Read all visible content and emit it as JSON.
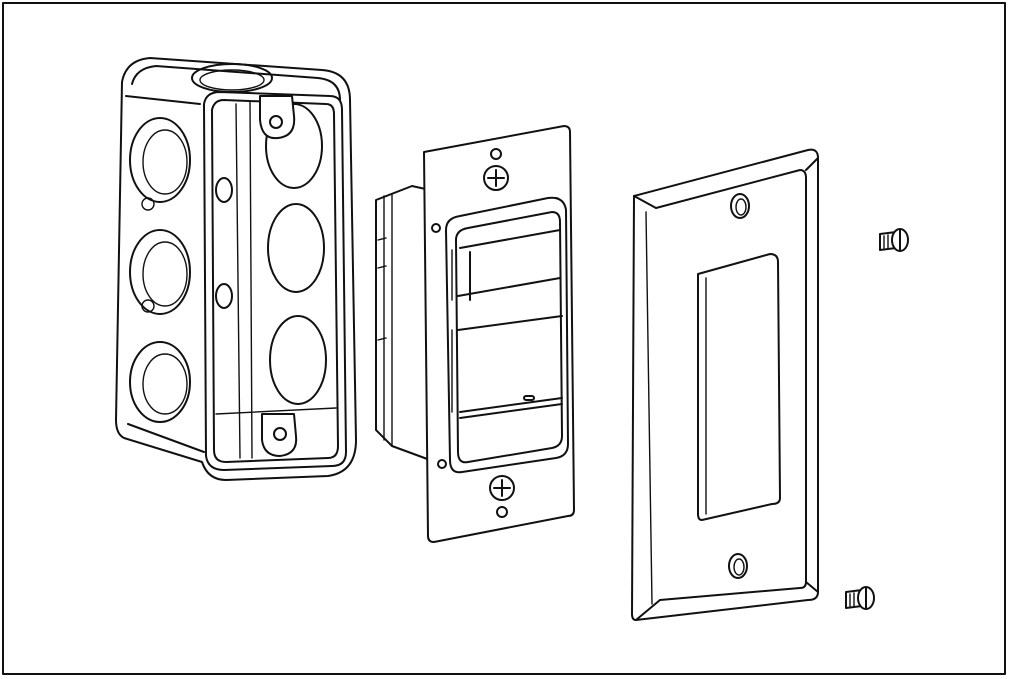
{
  "diagram": {
    "components": [
      {
        "name": "electrical-box"
      },
      {
        "name": "occupancy-sensor-switch"
      },
      {
        "name": "wall-plate"
      },
      {
        "name": "screw"
      }
    ],
    "colors": {
      "line": "#111111",
      "background": "#ffffff"
    }
  }
}
